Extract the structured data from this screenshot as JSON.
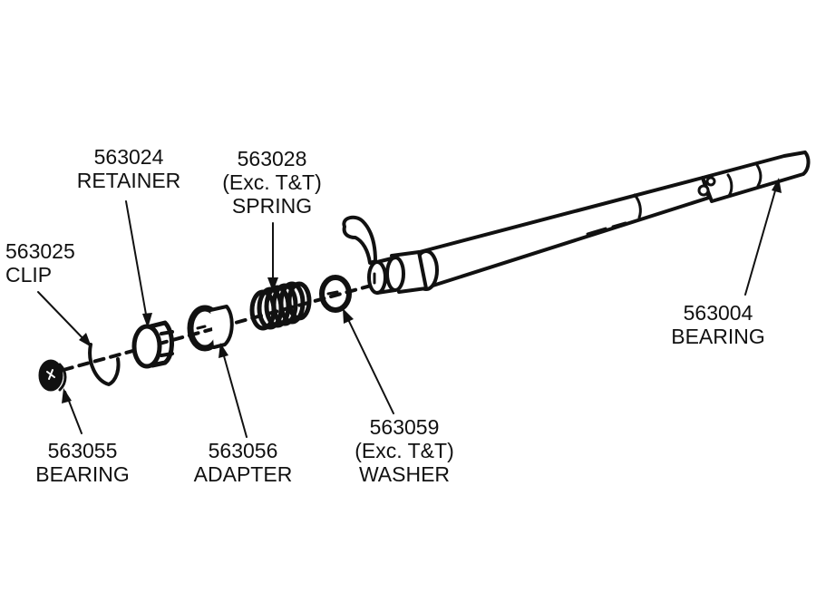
{
  "title": "Steering column shaft exploded view",
  "colors": {
    "ink": "#111111",
    "background": "#ffffff"
  },
  "parts": [
    {
      "id": "retainer",
      "number": "563024",
      "note": "",
      "name": "RETAINER"
    },
    {
      "id": "spring",
      "number": "563028",
      "note": "(Exc. T&T)",
      "name": "SPRING"
    },
    {
      "id": "clip",
      "number": "563025",
      "note": "",
      "name": "CLIP"
    },
    {
      "id": "shaft-bearing",
      "number": "563004",
      "note": "",
      "name": "BEARING"
    },
    {
      "id": "bearing",
      "number": "563055",
      "note": "",
      "name": "BEARING"
    },
    {
      "id": "adapter",
      "number": "563056",
      "note": "",
      "name": "ADAPTER"
    },
    {
      "id": "washer",
      "number": "563059",
      "note": "(Exc. T&T)",
      "name": "WASHER"
    }
  ]
}
